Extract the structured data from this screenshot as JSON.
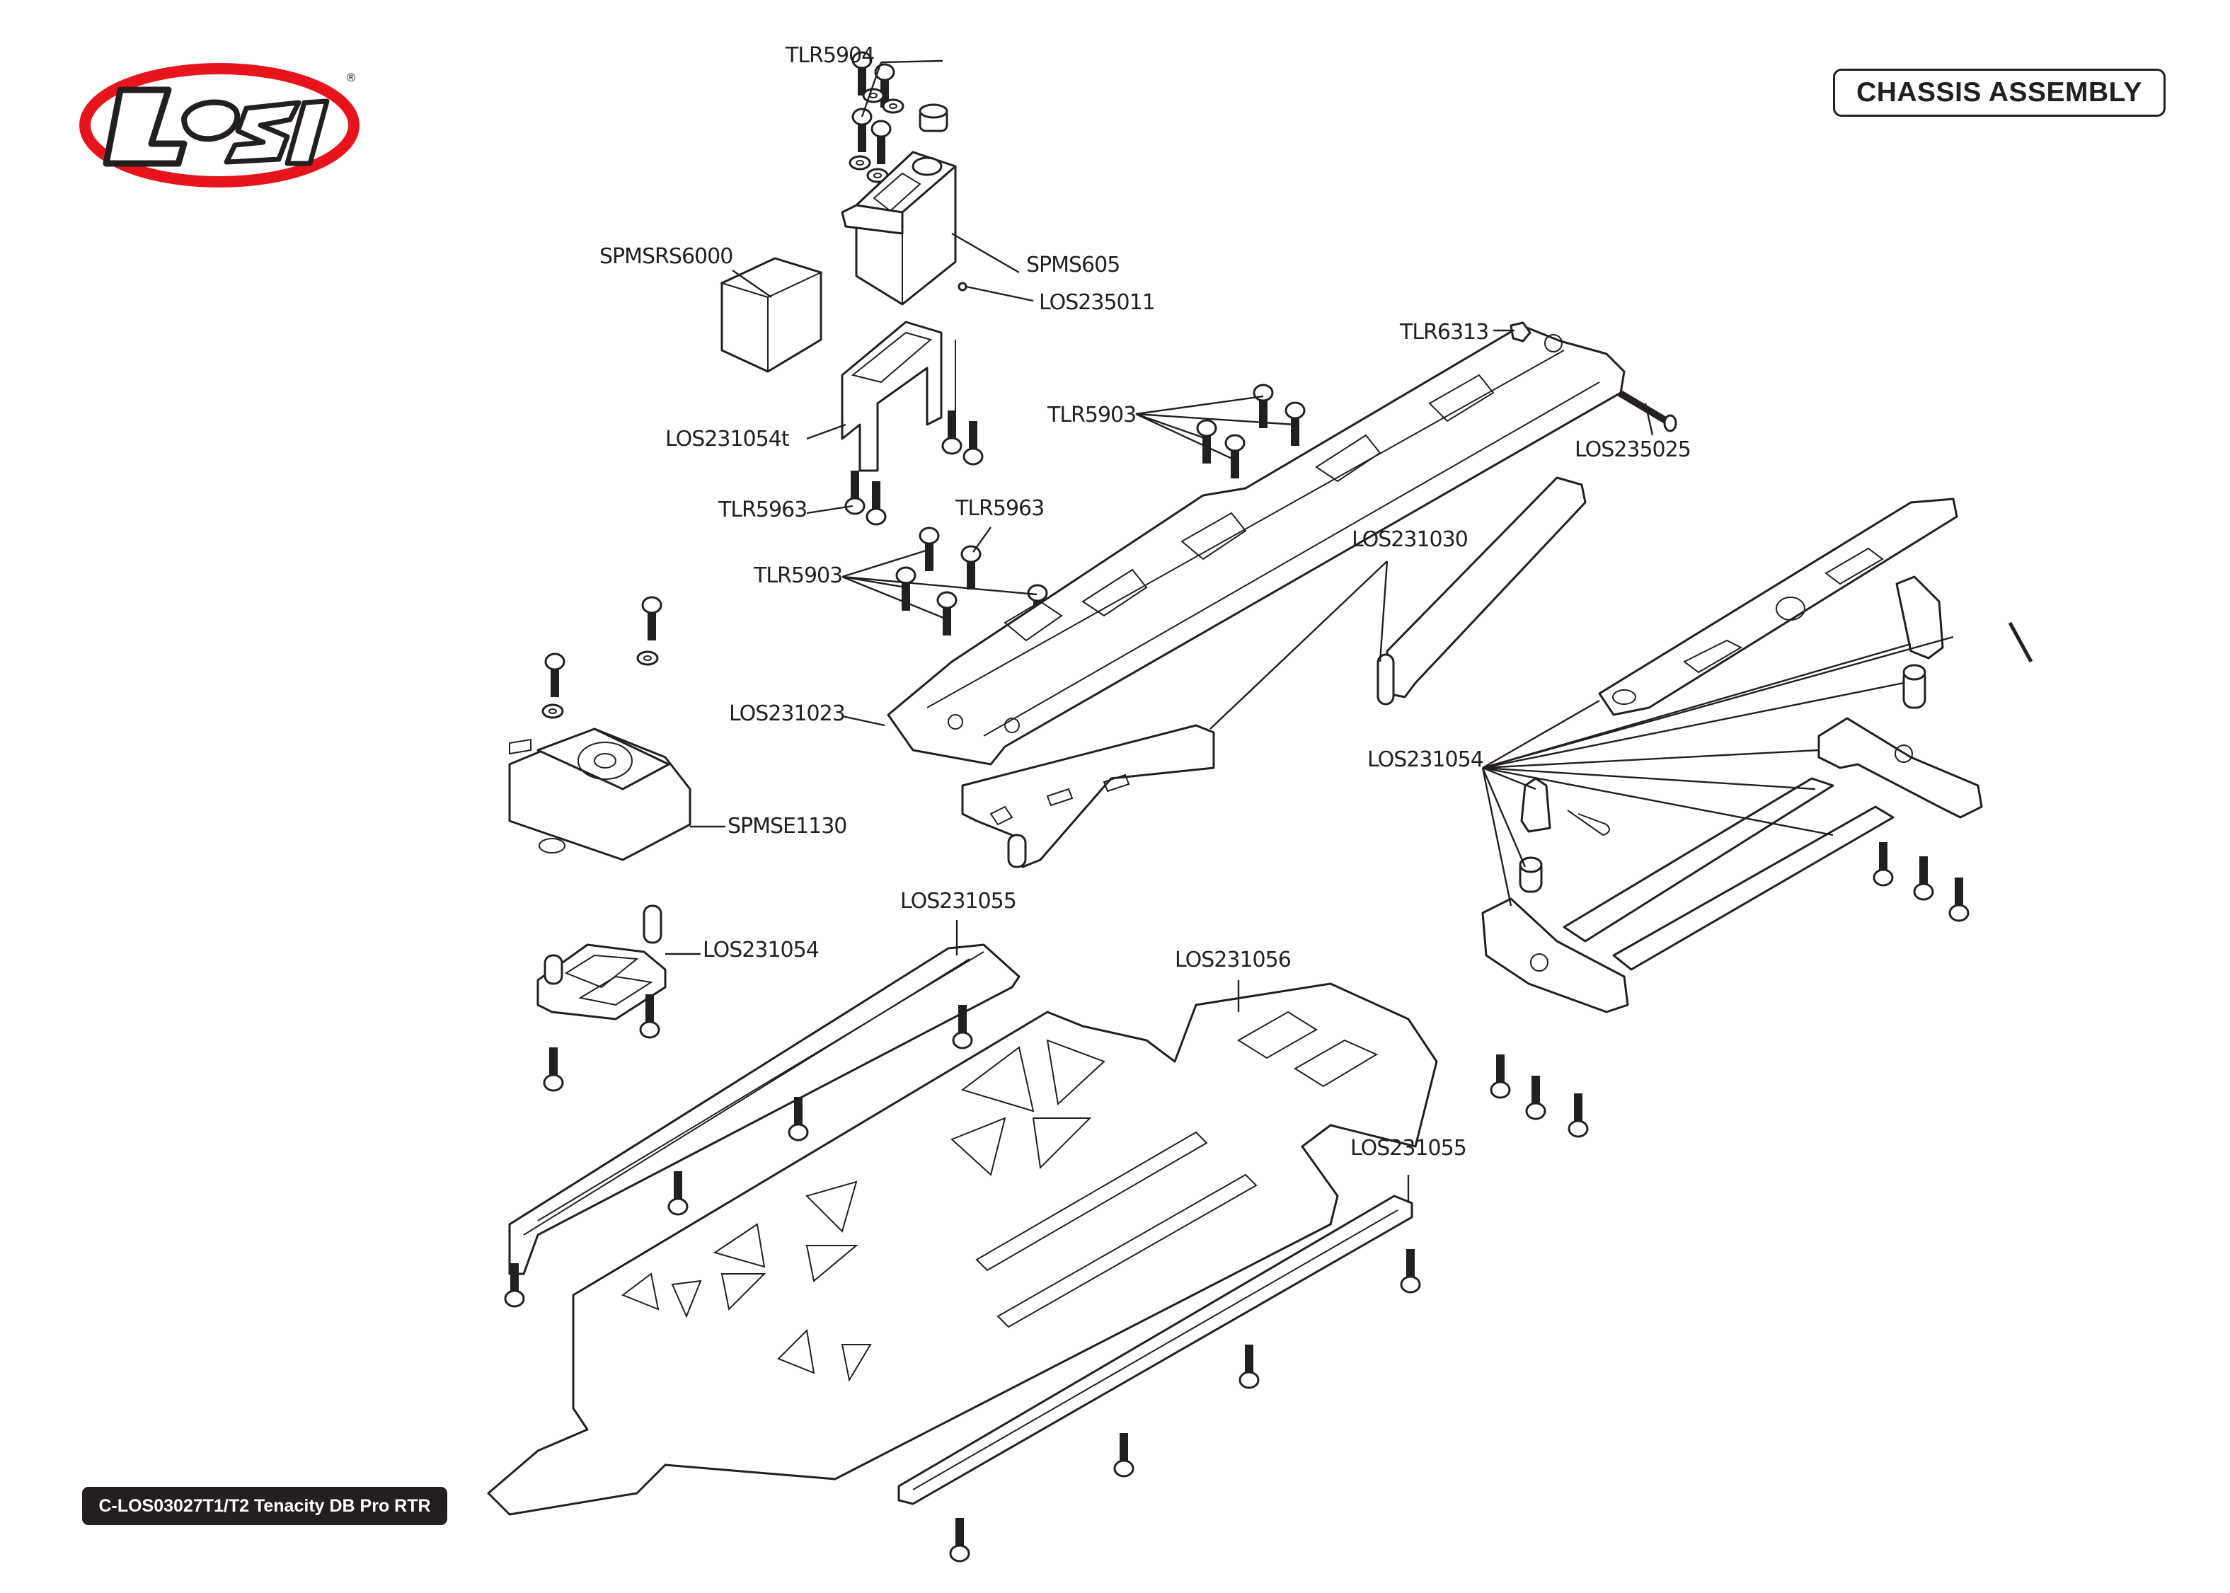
{
  "brand": {
    "name": "Losi",
    "logo_text": "LOSI",
    "registered_mark": "®",
    "colors": {
      "ring": "#e8141c",
      "outline": "#231f20",
      "fill": "#ffffff",
      "shadow": "#bdbdbd"
    }
  },
  "header": {
    "title": "CHASSIS ASSEMBLY"
  },
  "footer": {
    "model": "C-LOS03027T1/T2 Tenacity DB Pro RTR"
  },
  "colors": {
    "ink": "#231f20",
    "paper": "#ffffff"
  },
  "labels": [
    {
      "id": "tlr5904",
      "text": "TLR5904"
    },
    {
      "id": "spmsrs6000",
      "text": "SPMSRS6000"
    },
    {
      "id": "spms605",
      "text": "SPMS605"
    },
    {
      "id": "los235011",
      "text": "LOS235011"
    },
    {
      "id": "tlr6313",
      "text": "TLR6313"
    },
    {
      "id": "los231054t",
      "text": "LOS231054t"
    },
    {
      "id": "tlr5903_top",
      "text": "TLR5903"
    },
    {
      "id": "los235025",
      "text": "LOS235025"
    },
    {
      "id": "tlr5963_left",
      "text": "TLR5963"
    },
    {
      "id": "tlr5963_right",
      "text": "TLR5963"
    },
    {
      "id": "tlr5903_mid",
      "text": "TLR5903"
    },
    {
      "id": "los231030",
      "text": "LOS231030"
    },
    {
      "id": "los231023",
      "text": "LOS231023"
    },
    {
      "id": "los231054_right",
      "text": "LOS231054"
    },
    {
      "id": "spmse1130",
      "text": "SPMSE1130"
    },
    {
      "id": "los231055_top",
      "text": "LOS231055"
    },
    {
      "id": "los231054_left",
      "text": "LOS231054"
    },
    {
      "id": "los231056",
      "text": "LOS231056"
    },
    {
      "id": "los231055_bottom",
      "text": "LOS231055"
    }
  ]
}
